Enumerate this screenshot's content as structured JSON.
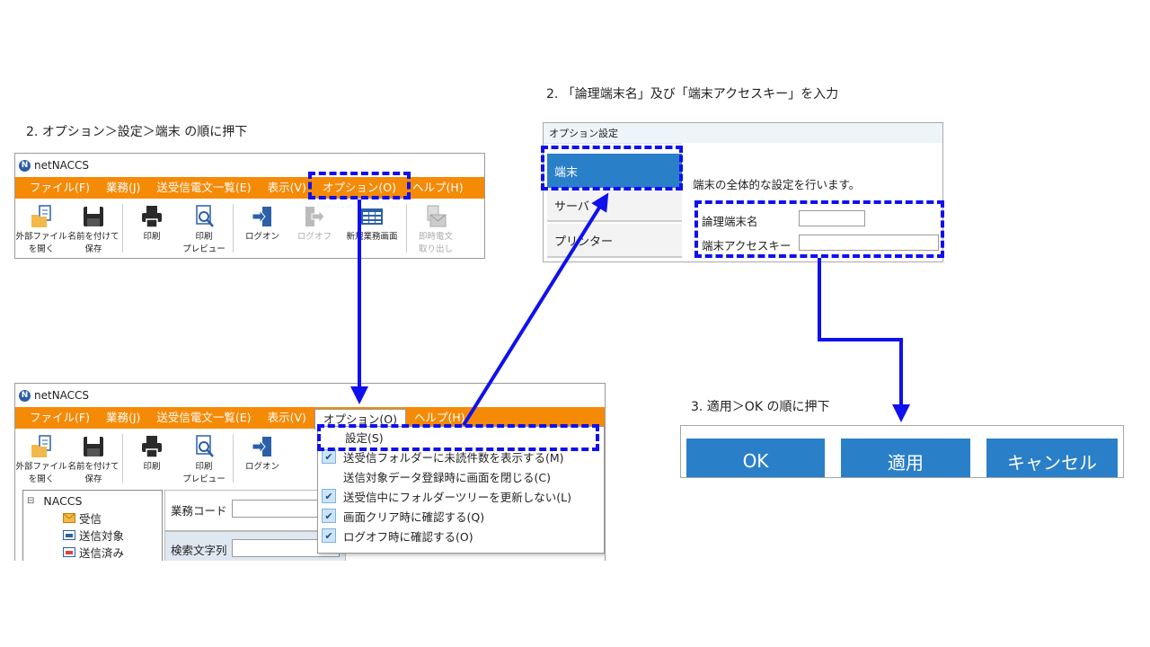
{
  "captions": {
    "step_left": "2. オプション＞設定＞端末 の順に押下",
    "step_right": "2. 「論理端末名」及び「端末アクセスキー」を入力",
    "step_bottom": "3. 適用＞OK の順に押下"
  },
  "app": {
    "title": "netNACCS",
    "menu": [
      "ファイル(F)",
      "業務(J)",
      "送受信電文一覧(E)",
      "表示(V)",
      "オプション(O)",
      "ヘルプ(H)"
    ],
    "toolbar": {
      "open_external": [
        "外部ファイル",
        "を開く"
      ],
      "save_as": [
        "名前を付けて",
        "保存"
      ],
      "print": [
        "印刷"
      ],
      "print_preview": [
        "印刷",
        "プレビュー"
      ],
      "logon": [
        "ログオン"
      ],
      "logoff": [
        "ログオフ"
      ],
      "new_screen": [
        "新規業務画面"
      ],
      "instant": [
        "即時電文",
        "取り出し"
      ]
    }
  },
  "option_menu": {
    "items": [
      {
        "label": "設定(S)",
        "checked": false
      },
      {
        "label": "送受信フォルダーに未読件数を表示する(M)",
        "checked": true
      },
      {
        "label": "送信対象データ登録時に画面を閉じる(C)",
        "checked": false
      },
      {
        "label": "送受信中にフォルダーツリーを更新しない(L)",
        "checked": true
      },
      {
        "label": "画面クリア時に確認する(Q)",
        "checked": true
      },
      {
        "label": "ログオフ時に確認する(O)",
        "checked": true
      }
    ]
  },
  "tree": {
    "root": "NACCS",
    "items": [
      "受信",
      "送信対象",
      "送信済み"
    ]
  },
  "fields": {
    "business_code": "業務コード",
    "search_string": "検索文字列"
  },
  "option_dialog": {
    "title": "オプション設定",
    "tabs": [
      "端末",
      "サーバ",
      "プリンター"
    ],
    "description": "端末の全体的な設定を行います。",
    "logical_terminal_label": "論理端末名",
    "access_key_label": "端末アクセスキー",
    "logical_terminal_value": "",
    "access_key_value": ""
  },
  "buttons": {
    "ok": "OK",
    "apply": "適用",
    "cancel": "キャンセル"
  },
  "colors": {
    "menu_orange": "#f58a07",
    "accent_blue": "#2a7fc9",
    "annotation_blue": "#1010ee"
  }
}
